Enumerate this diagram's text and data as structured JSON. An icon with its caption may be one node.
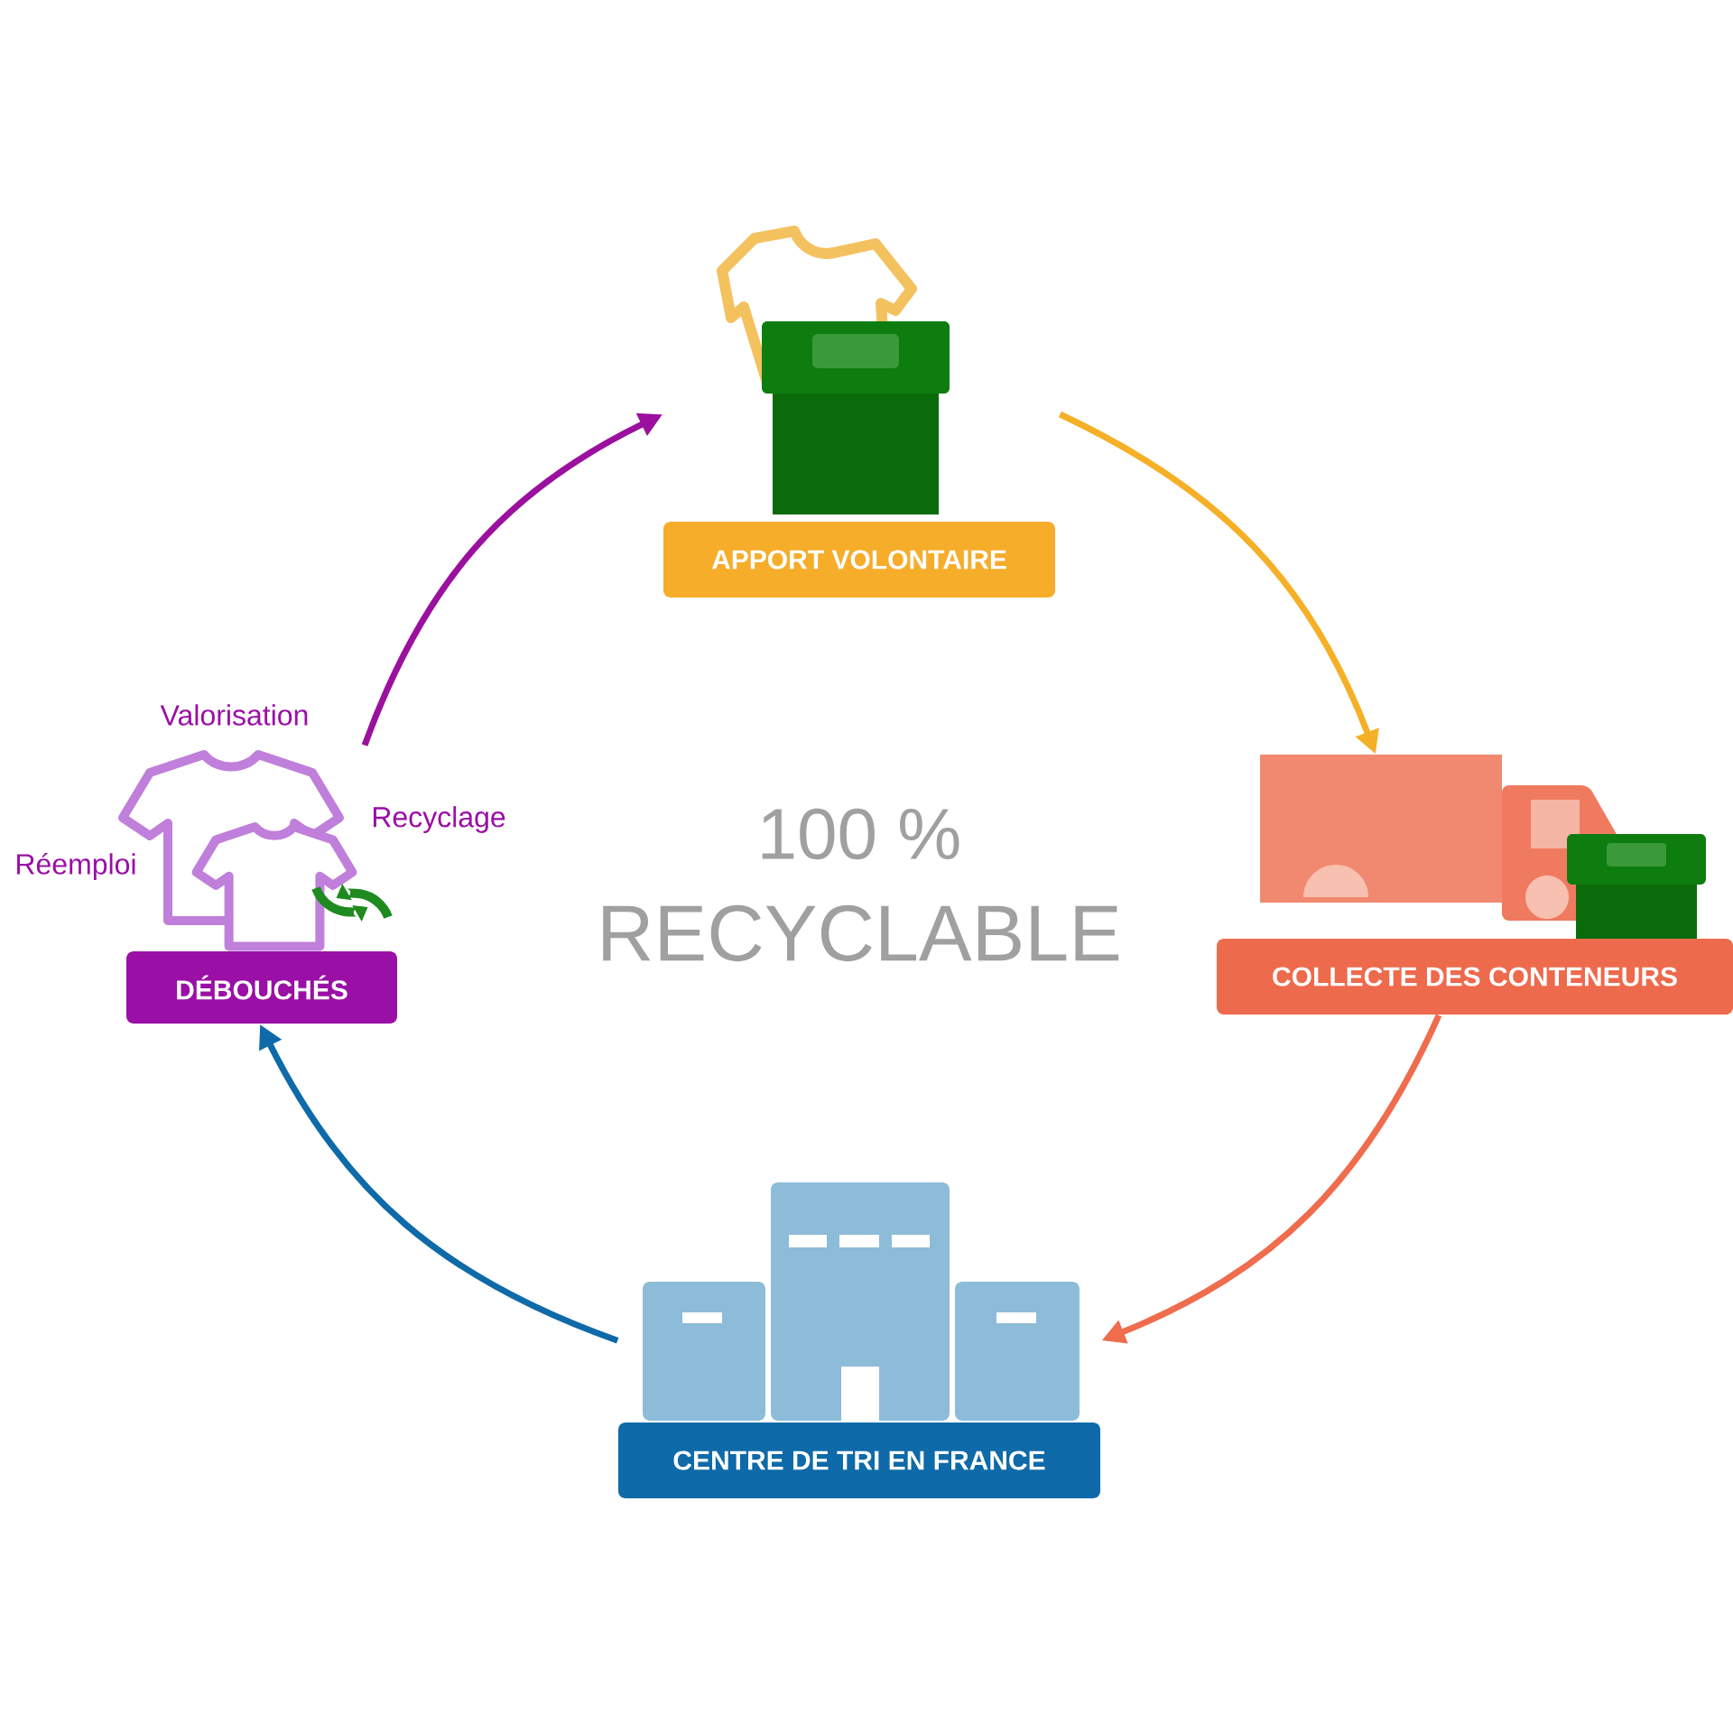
{
  "diagram": {
    "nodes": [
      {
        "text": [
          "APPORT VOLONTAIRE"
        ]
      },
      {
        "text": [
          "COLLECTE DES CONTENEURS"
        ]
      },
      {
        "text": [
          "CENTRE DE TRI EN FRANCE"
        ]
      },
      {
        "text": [
          "DÉBOUCHÉS"
        ]
      }
    ],
    "edges": [
      {
        "from": 0,
        "to": 1,
        "arrow": "to",
        "color": "#f5b027"
      },
      {
        "from": 1,
        "to": 2,
        "arrow": "to",
        "color": "#ef6c4d"
      },
      {
        "from": 2,
        "to": 3,
        "arrow": "to",
        "color": "#0e6aa8"
      },
      {
        "from": 3,
        "to": 0,
        "arrow": "to",
        "color": "#9b109e"
      }
    ],
    "labels": [
      "Valorisation",
      "Recyclage",
      "Réemploi",
      "100 %",
      "RECYCLABLE"
    ]
  }
}
